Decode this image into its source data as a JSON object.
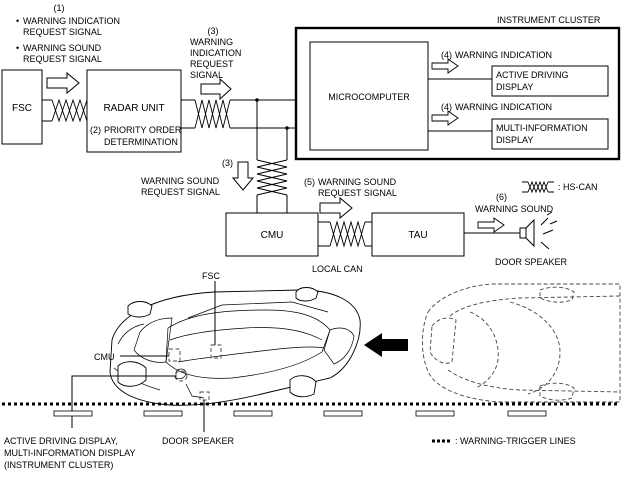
{
  "fsc_label": "FSC",
  "radar_unit": {
    "label": "RADAR UNIT",
    "priority_num": "(2)",
    "priority_line1": "PRIORITY ORDER",
    "priority_line2": "DETERMINATION"
  },
  "step1": {
    "num": "(1)",
    "sig1_line1": "WARNING INDICATION",
    "sig1_line2": "REQUEST SIGNAL",
    "sig2_line1": "WARNING SOUND",
    "sig2_line2": "REQUEST SIGNAL",
    "bullet": "•"
  },
  "step3a": {
    "num": "(3)",
    "line1": "WARNING",
    "line2": "INDICATION",
    "line3": "REQUEST",
    "line4": "SIGNAL"
  },
  "cluster": {
    "title": "INSTRUMENT CLUSTER",
    "micro": "MICROCOMPUTER"
  },
  "step4a": {
    "num": "(4)",
    "label": "WARNING INDICATION",
    "box_line1": "ACTIVE DRIVING",
    "box_line2": "DISPLAY"
  },
  "step4b": {
    "num": "(4)",
    "label": "WARNING INDICATION",
    "box_line1": "MULTI-INFORMATION",
    "box_line2": "DISPLAY"
  },
  "step3b": {
    "num": "(3)",
    "line1": "WARNING SOUND",
    "line2": "REQUEST SIGNAL"
  },
  "step5": {
    "num": "(5)",
    "line1": "WARNING SOUND",
    "line2": "REQUEST SIGNAL"
  },
  "step6": {
    "num": "(6)",
    "label": "WARNING SOUND"
  },
  "cmu_label": "CMU",
  "tau_label": "TAU",
  "local_can": "LOCAL CAN",
  "door_speaker": "DOOR SPEAKER",
  "legend": {
    "hscan": ": HS-CAN",
    "trigger": ": WARNING-TRIGGER LINES"
  },
  "car_labels": {
    "fsc": "FSC",
    "cmu": "CMU",
    "door_speaker": "DOOR SPEAKER",
    "display_line1": "ACTIVE DRIVING DISPLAY,",
    "display_line2": "MULTI-INFORMATION DISPLAY",
    "display_line3": "(INSTRUMENT CLUSTER)"
  }
}
